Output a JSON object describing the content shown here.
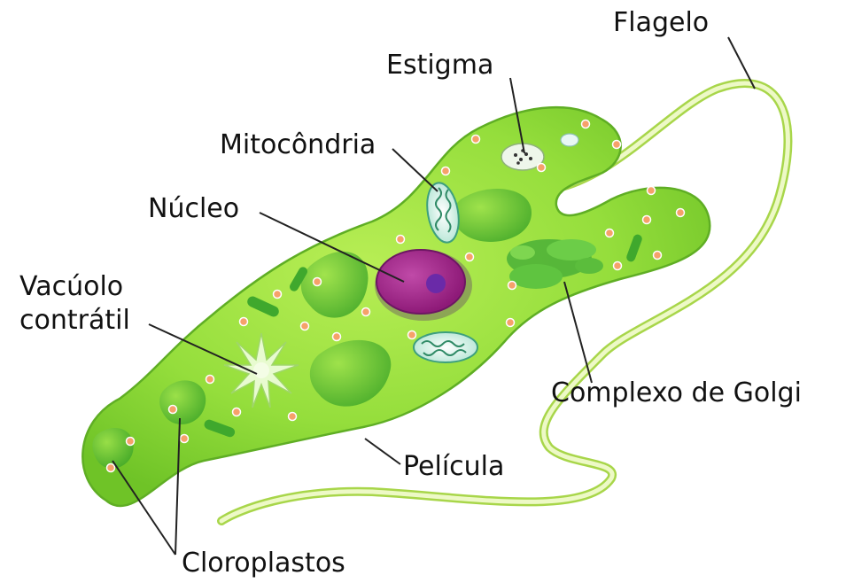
{
  "labels": {
    "flagelo": "Flagelo",
    "estigma": "Estigma",
    "mitocondria": "Mitocôndria",
    "nucleo": "Núcleo",
    "vacuolo_line1": "Vacúolo",
    "vacuolo_line2": "contrátil",
    "golgi": "Complexo de Golgi",
    "pelicula": "Película",
    "cloroplastos": "Cloroplastos"
  },
  "colors": {
    "cell_fill": "#8fdc3a",
    "cell_outline": "#6cbf27",
    "organelle_green": "#5bbf35",
    "nucleus": "#a8238e",
    "nucleolus": "#6a2aa8",
    "granule": "#f6a16a",
    "flagellum": "#e6f5b4"
  }
}
